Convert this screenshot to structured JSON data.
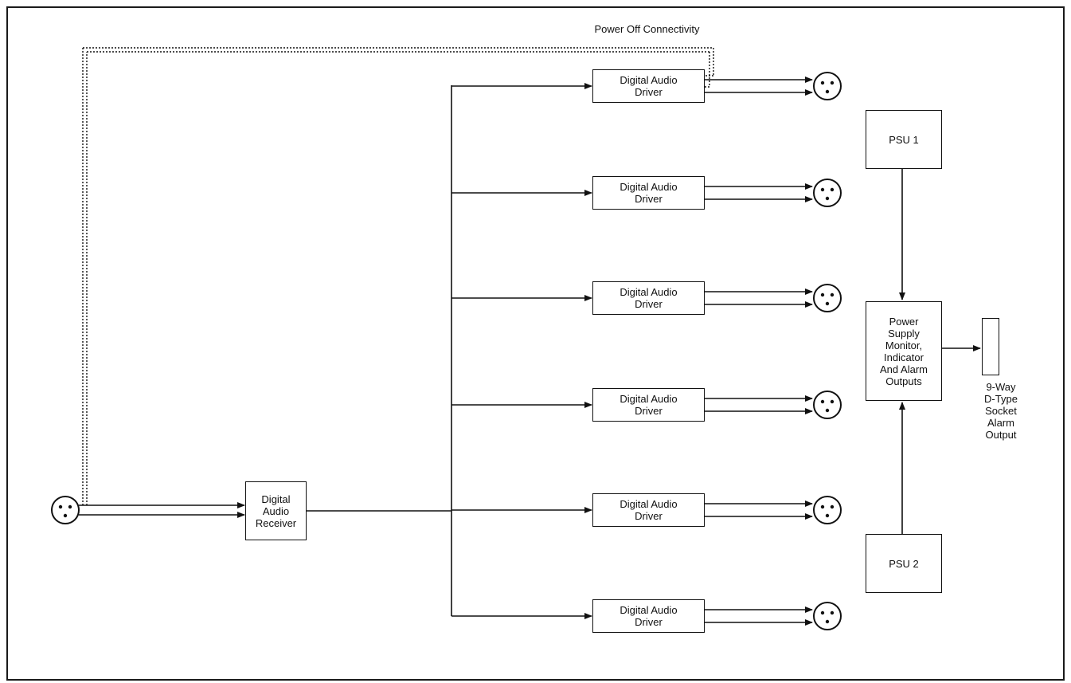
{
  "diagram": {
    "power_off_label": "Power Off Connectivity",
    "receiver_label": "Digital\nAudio\nReceiver",
    "drivers": [
      {
        "label": "Digital Audio\nDriver"
      },
      {
        "label": "Digital Audio\nDriver"
      },
      {
        "label": "Digital Audio\nDriver"
      },
      {
        "label": "Digital Audio\nDriver"
      },
      {
        "label": "Digital Audio\nDriver"
      },
      {
        "label": "Digital Audio\nDriver"
      }
    ],
    "psu1_label": "PSU 1",
    "psu2_label": "PSU 2",
    "monitor_label": "Power\nSupply\nMonitor,\nIndicator\nAnd Alarm\nOutputs",
    "alarm_output_label": "9-Way\nD-Type\nSocket\nAlarm\nOutput",
    "connector_icon": "xlr-connector-icon",
    "colors": {
      "line": "#111111",
      "background": "#ffffff"
    }
  }
}
